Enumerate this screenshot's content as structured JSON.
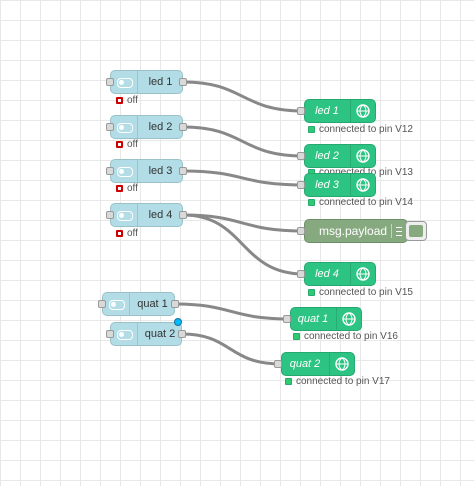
{
  "switch_nodes": [
    {
      "label": "led 1",
      "status": "off"
    },
    {
      "label": "led 2",
      "status": "off"
    },
    {
      "label": "led 3",
      "status": "off"
    },
    {
      "label": "led 4",
      "status": "off"
    },
    {
      "label": "quat 1"
    },
    {
      "label": "quat 2"
    }
  ],
  "blynk_nodes": [
    {
      "label": "led 1",
      "status": "connected to pin V12"
    },
    {
      "label": "led 2",
      "status": "connected to pin V13"
    },
    {
      "label": "led 3",
      "status": "connected to pin V14"
    },
    {
      "label": "led 4",
      "status": "connected to pin V15"
    },
    {
      "label": "quat 1",
      "status": "connected to pin V16"
    },
    {
      "label": "quat 2",
      "status": "connected to pin V17"
    }
  ],
  "debug_node": {
    "label": "msg.payload"
  },
  "colors": {
    "switch_node": "#b2dde6",
    "blynk_node": "#2dc483",
    "debug_node": "#87a980",
    "status_off": "#cc0000",
    "status_connected": "#2ecc71",
    "wire": "#888888"
  },
  "icons": {
    "switch_node": "toggle-switch-icon",
    "blynk_node": "globe-icon",
    "debug_node": "list-icon"
  }
}
